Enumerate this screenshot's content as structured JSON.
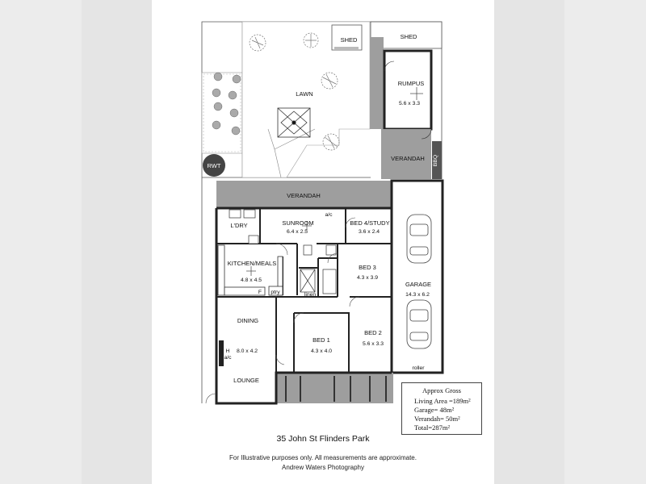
{
  "rooms": {
    "shed_1": "SHED",
    "shed_2": "SHED",
    "rumpus": "RUMPUS",
    "rumpus_dim": "5.6 x 3.3",
    "lawn": "LAWN",
    "rwt": "RWT",
    "verandah_upper": "VERANDAH",
    "bbq": "BBQ",
    "verandah_main": "VERANDAH",
    "ldry": "L'DRY",
    "sunroom": "SUNROOM",
    "sunroom_dim": "6.4 x 2.5",
    "ac_top": "a/c",
    "bed4": "BED 4/STUDY",
    "bed4_dim": "3.6 x 2.4",
    "kitchen": "KITCHEN/MEALS",
    "kitchen_dim": "4.8 x 4.5",
    "fridge": "F",
    "pantry": "ptry",
    "bed3": "BED 3",
    "bed3_dim": "4.3 x 3.9",
    "linen": "linen",
    "garage": "GARAGE",
    "garage_dim": "14.3 x 6.2",
    "dining": "DINING",
    "dining_dim": "8.0 x 4.2",
    "heater": "H",
    "ac_dining": "a/c",
    "lounge": "LOUNGE",
    "bed1": "BED 1",
    "bed1_dim": "4.3 x 4.0",
    "bed2": "BED 2",
    "bed2_dim": "5.6 x 3.3",
    "roller": "roller"
  },
  "area_summary": {
    "title": "Approx Gross",
    "living": "Living Area =189m²",
    "garage": "Garage= 48m²",
    "verandah": "Verandah= 50m²",
    "total": "Total=287m²"
  },
  "address": "35 John St Flinders Park",
  "disclaimer_line1": "For Illustrative purposes only. All measurements are approximate.",
  "disclaimer_line2": "Andrew Waters Photography"
}
